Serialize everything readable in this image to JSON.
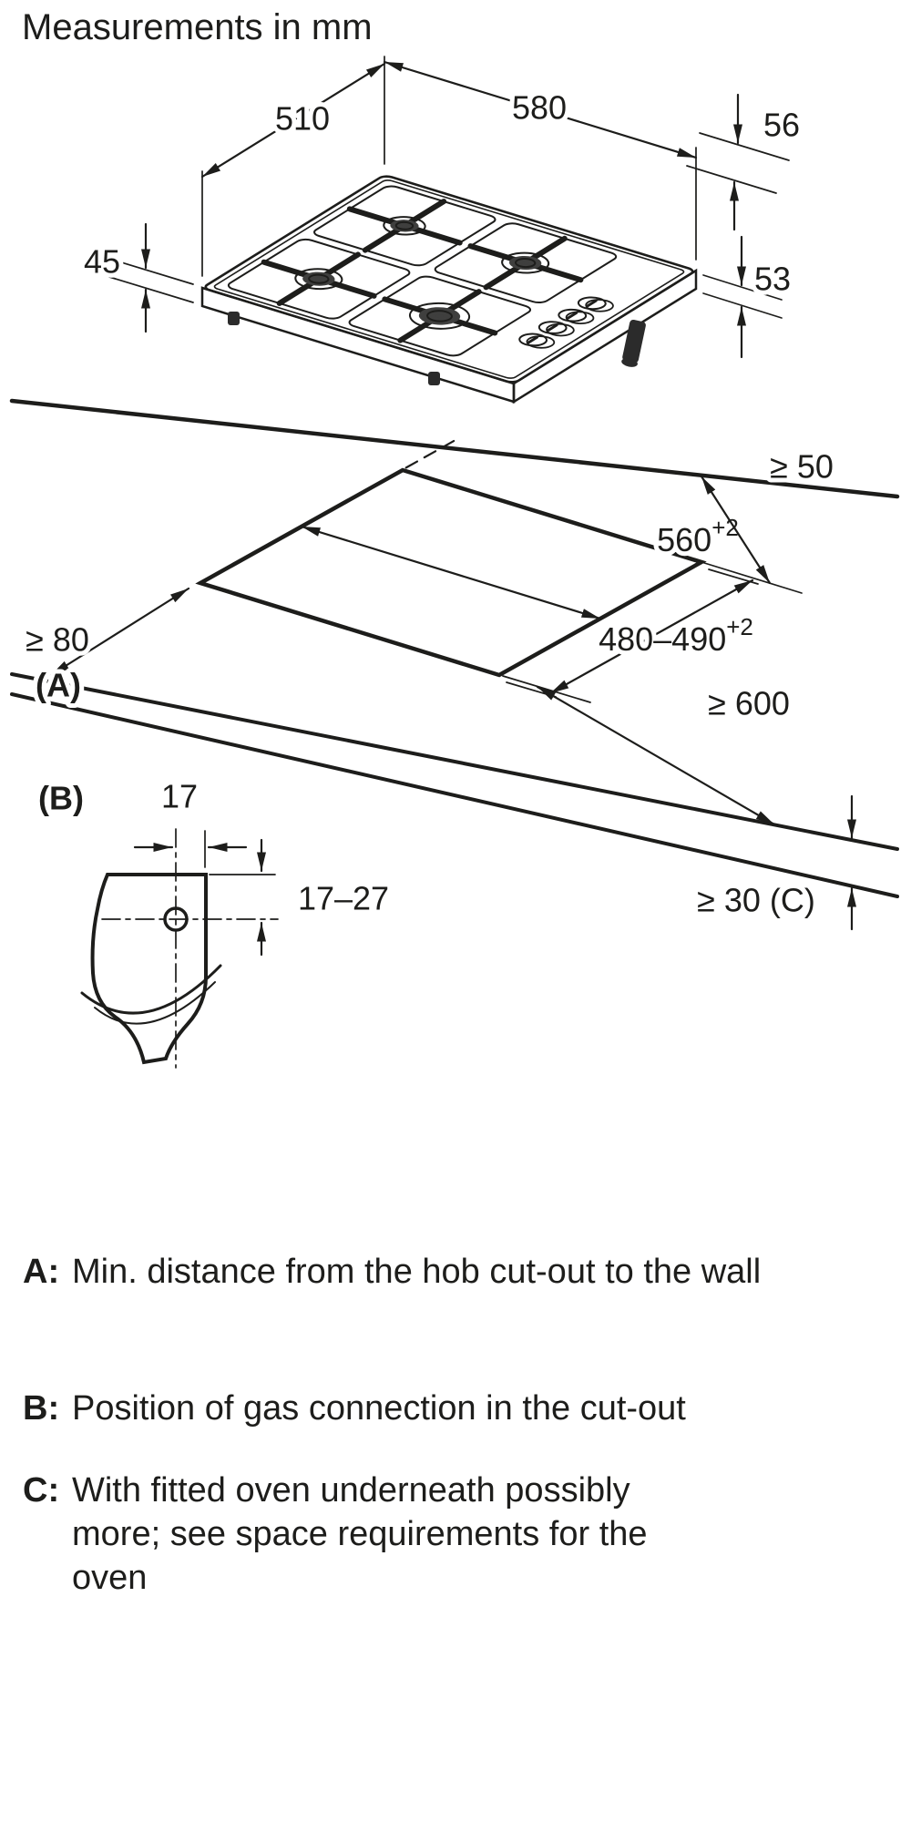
{
  "title": "Measurements in mm",
  "colors": {
    "ink": "#1d1d1b",
    "background": "#ffffff",
    "burner_dark": "#3f3f3e"
  },
  "hob": {
    "top_width": "580",
    "side_depth": "510",
    "height_left": "45",
    "height_right": "53",
    "back_offset": "56"
  },
  "cutout": {
    "width_value": "560",
    "width_tol": "+2",
    "depth_value": "480–490",
    "depth_tol": "+2",
    "back_gap": "≥ 50",
    "left_gap": "≥ 80",
    "left_ref": "(A)",
    "front_gap": "≥ 600",
    "under_gap": "≥ 30 (C)"
  },
  "gas": {
    "ref": "(B)",
    "edge_offset": "17",
    "depth_range": "17–27"
  },
  "legend": [
    {
      "key": "A:",
      "text": "Min. distance from the hob cut-out to the wall"
    },
    {
      "key": "B:",
      "text": "Position of gas connection in the cut-out"
    },
    {
      "key": "C:",
      "text": "With fitted oven underneath possibly more; see space requirements for the oven"
    }
  ]
}
